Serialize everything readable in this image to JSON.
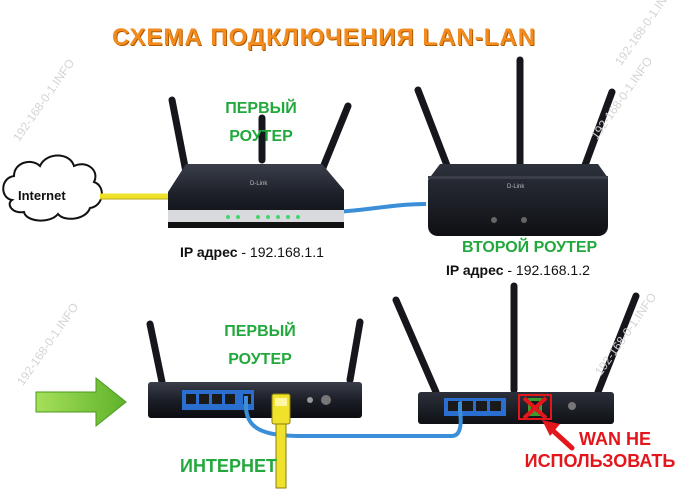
{
  "title": "СХЕМА ПОДКЛЮЧЕНИЯ LAN-LAN",
  "top": {
    "cloud_label": "Internet",
    "router1": {
      "line1": "ПЕРВЫЙ",
      "line2": "РОУТЕР",
      "ip_label": "IP адрес",
      "ip_value": " - 192.168.1.1",
      "brand": "D-Link"
    },
    "router2": {
      "name": "ВТОРОЙ РОУТЕР",
      "ip_label": "IP адрес",
      "ip_value": " - 192.168.1.2",
      "brand": "D-Link"
    }
  },
  "bottom": {
    "router1": {
      "line1": "ПЕРВЫЙ",
      "line2": "РОУТЕР"
    },
    "internet_label": "ИНТЕРНЕТ",
    "wan_line1": "WAN НЕ",
    "wan_line2": "ИСПОЛЬЗОВАТЬ"
  },
  "watermark": "192-168-0-1.INFO",
  "colors": {
    "title": "#f28c1e",
    "green_text": "#22a83c",
    "red_text": "#e3161c",
    "lan_cable": "#3a8fd8",
    "wan_cable": "#f0e22a",
    "arrow": "#7ec832",
    "router_body": "#1c1f27"
  }
}
